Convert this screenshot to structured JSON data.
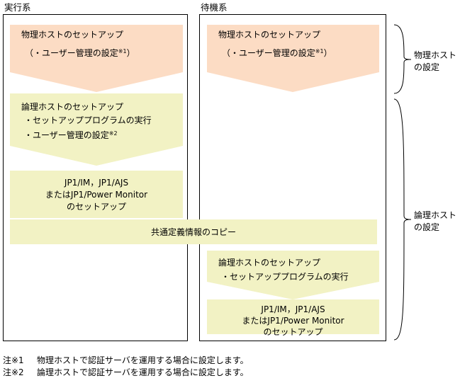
{
  "columns": {
    "active_label": "実行系",
    "standby_label": "待機系"
  },
  "active": {
    "physical_setup": {
      "title": "物理ホストのセットアップ",
      "sub": "（・ユーザー管理の設定",
      "mark": "※1",
      "close": "）"
    },
    "logical_setup": {
      "title": "論理ホストのセットアップ",
      "line1": "・セットアッププログラムの実行",
      "line2": "・ユーザー管理の設定",
      "mark": "※2"
    },
    "product_setup": {
      "line1": "JP1/IM，JP1/AJS",
      "line2": "またはJP1/Power Monitor",
      "line3": "のセットアップ"
    }
  },
  "common_copy": "共通定義情報のコピー",
  "standby": {
    "physical_setup": {
      "title": "物理ホストのセットアップ",
      "sub": "（・ユーザー管理の設定",
      "mark": "※1",
      "close": "）"
    },
    "logical_setup": {
      "title": "論理ホストのセットアップ",
      "line1": "・セットアッププログラムの実行"
    },
    "product_setup": {
      "line1": "JP1/IM，JP1/AJS",
      "line2": "またはJP1/Power Monitor",
      "line3": "のセットアップ"
    }
  },
  "brackets": {
    "physical": [
      "物理ホスト",
      "の設定"
    ],
    "logical": [
      "論理ホスト",
      "の設定"
    ]
  },
  "notes": [
    {
      "mark": "注※1",
      "text": "物理ホストで認証サーバを運用する場合に設定します。"
    },
    {
      "mark": "注※2",
      "text": "論理ホストで認証サーバを運用する場合に設定します。"
    }
  ],
  "colors": {
    "physical_fill": "#fcdcc4",
    "logical_fill": "#f2f2c4",
    "stroke": "#000000"
  }
}
